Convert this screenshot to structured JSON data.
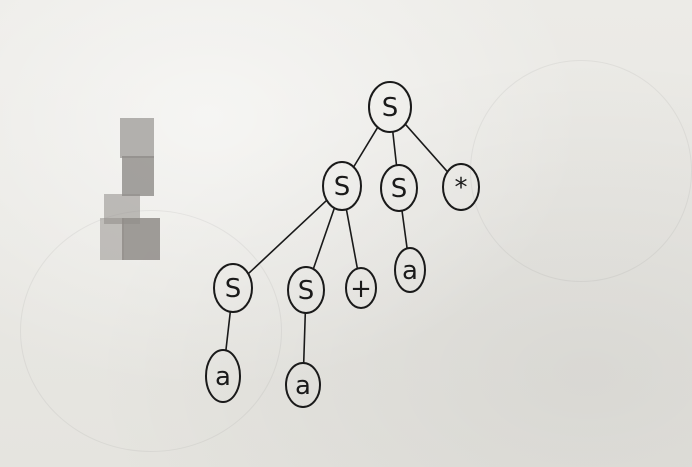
{
  "tree": {
    "nodes": [
      {
        "id": "root",
        "label": "S"
      },
      {
        "id": "s1",
        "label": "S"
      },
      {
        "id": "s2",
        "label": "S"
      },
      {
        "id": "star",
        "label": "*"
      },
      {
        "id": "s3",
        "label": "S"
      },
      {
        "id": "s4",
        "label": "S"
      },
      {
        "id": "plus",
        "label": "+"
      },
      {
        "id": "a1",
        "label": "a"
      },
      {
        "id": "a2",
        "label": "a"
      },
      {
        "id": "a3",
        "label": "a"
      }
    ],
    "edges": [
      [
        "root",
        "s1"
      ],
      [
        "root",
        "s2"
      ],
      [
        "root",
        "star"
      ],
      [
        "s1",
        "s3"
      ],
      [
        "s1",
        "s4"
      ],
      [
        "s1",
        "plus"
      ],
      [
        "s2",
        "a1"
      ],
      [
        "s3",
        "a2"
      ],
      [
        "s4",
        "a3"
      ]
    ]
  },
  "colors": {
    "ink": "#1a1a1a",
    "paper": "#e9e8e4",
    "redaction": "#8f8c88"
  }
}
